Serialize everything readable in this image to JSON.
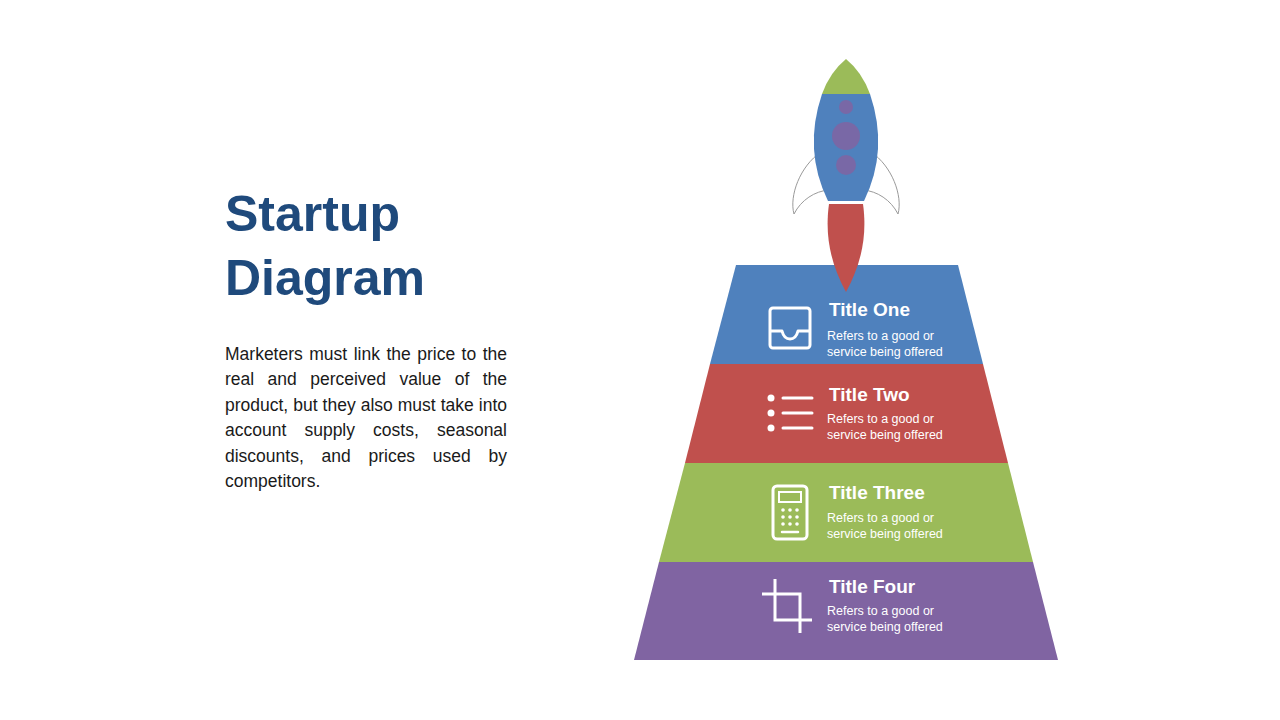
{
  "diagram": {
    "title": "Startup Diagram",
    "nodes": [
      {
        "text": [
          "Title One",
          "Refers to a good or service being offered"
        ]
      },
      {
        "text": [
          "Title Two",
          "Refers to a good or service being offered"
        ]
      },
      {
        "text": [
          "Title Three",
          "Refers to a good or service being offered"
        ]
      },
      {
        "text": [
          "Title Four",
          "Refers to a good or service being offered"
        ]
      }
    ],
    "labels": [
      "Marketers must link the price to the real and perceived value of the product, but they also must take into account supply costs, seasonal discounts, and prices used by competitors."
    ]
  }
}
